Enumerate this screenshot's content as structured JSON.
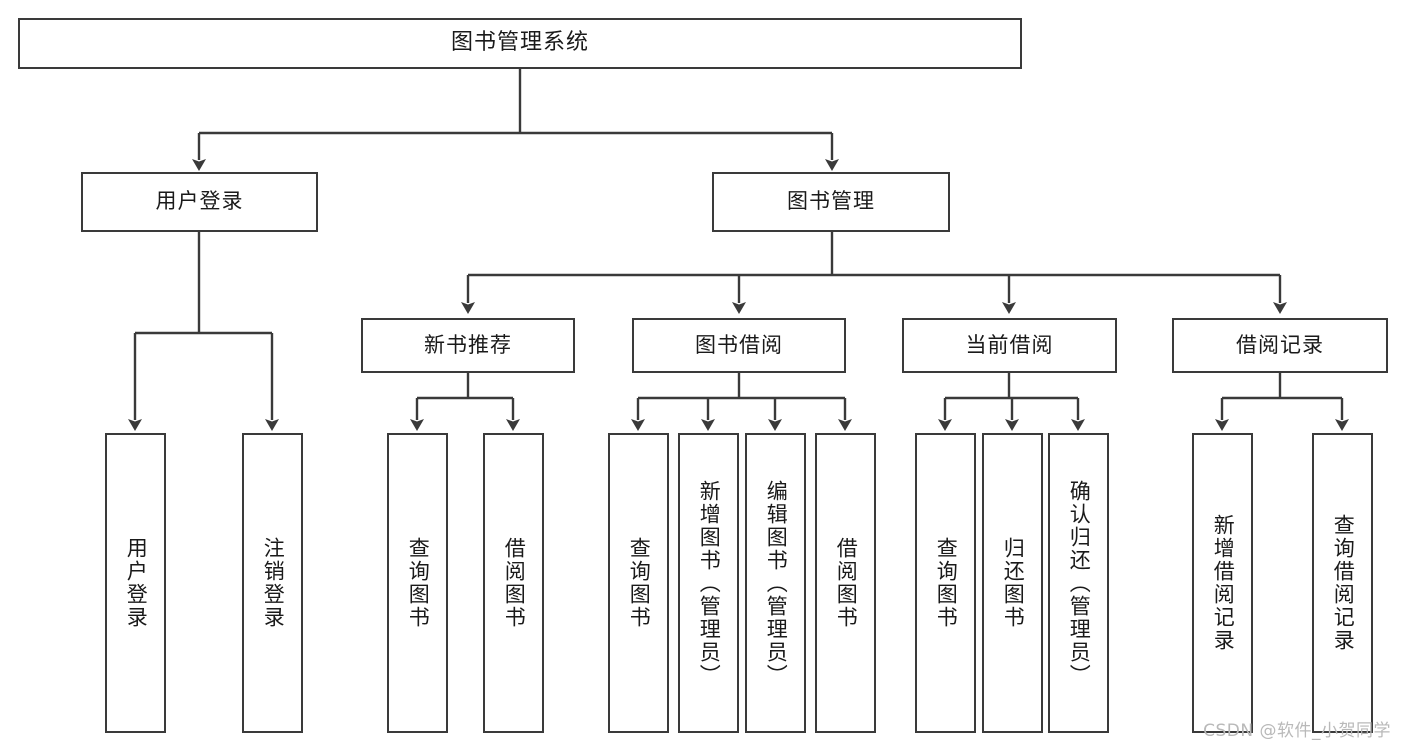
{
  "diagram": {
    "type": "tree-hierarchy-chart",
    "title": "图书管理系统",
    "background_color": "#ffffff",
    "box_border_color": "#3a3a3a",
    "connector_color": "#3a3a3a",
    "text_color": "#1a1a1a"
  },
  "nodes": {
    "root": {
      "label": "图书管理系统",
      "level": 0
    },
    "level1": [
      {
        "id": "user-login",
        "label": "用户登录"
      },
      {
        "id": "book-management",
        "label": "图书管理"
      }
    ],
    "level2": [
      {
        "id": "new-book-recommend",
        "label": "新书推荐",
        "parent": "book-management"
      },
      {
        "id": "book-borrow",
        "label": "图书借阅",
        "parent": "book-management"
      },
      {
        "id": "current-borrow",
        "label": "当前借阅",
        "parent": "book-management"
      },
      {
        "id": "borrow-record",
        "label": "借阅记录",
        "parent": "book-management"
      }
    ],
    "leaves": [
      {
        "id": "leaf-user-login",
        "label": "用户登录",
        "parent": "user-login"
      },
      {
        "id": "leaf-logout-login",
        "label": "注销登录",
        "parent": "user-login"
      },
      {
        "id": "leaf-query-book-1",
        "label": "查询图书",
        "parent": "new-book-recommend"
      },
      {
        "id": "leaf-borrow-book-1",
        "label": "借阅图书",
        "parent": "new-book-recommend"
      },
      {
        "id": "leaf-query-book-2",
        "label": "查询图书",
        "parent": "book-borrow"
      },
      {
        "id": "leaf-add-book",
        "label": "新增图书（管理员）",
        "parent": "book-borrow"
      },
      {
        "id": "leaf-edit-book",
        "label": "编辑图书（管理员）",
        "parent": "book-borrow"
      },
      {
        "id": "leaf-borrow-book-2",
        "label": "借阅图书",
        "parent": "book-borrow"
      },
      {
        "id": "leaf-query-book-3",
        "label": "查询图书",
        "parent": "current-borrow"
      },
      {
        "id": "leaf-return-book",
        "label": "归还图书",
        "parent": "current-borrow"
      },
      {
        "id": "leaf-confirm-return",
        "label": "确认归还（管理员）",
        "parent": "current-borrow"
      },
      {
        "id": "leaf-add-record",
        "label": "新增借阅记录",
        "parent": "borrow-record"
      },
      {
        "id": "leaf-query-record",
        "label": "查询借阅记录",
        "parent": "borrow-record"
      }
    ]
  },
  "watermark": {
    "text": "CSDN @软件_小贺同学"
  }
}
